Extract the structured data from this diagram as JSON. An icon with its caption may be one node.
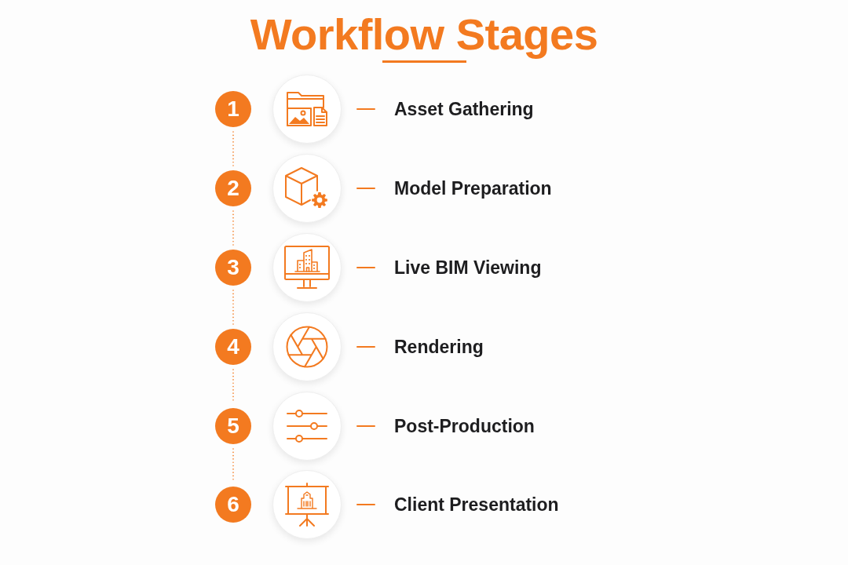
{
  "diagram": {
    "title": "Workflow Stages",
    "nodes": [
      {
        "text": [
          "1"
        ]
      },
      {
        "text": [],
        "shape": "circle"
      },
      {
        "text": [
          "Asset Gathering"
        ]
      },
      {
        "text": [
          "2"
        ]
      },
      {
        "text": [],
        "shape": "circle"
      },
      {
        "text": [
          "Model Preparation"
        ]
      },
      {
        "text": [
          "3"
        ]
      },
      {
        "text": [],
        "shape": "circle"
      },
      {
        "text": [
          "Live BIM Viewing"
        ]
      },
      {
        "text": [
          "4"
        ]
      },
      {
        "text": [],
        "shape": "circle"
      },
      {
        "text": [
          "Rendering"
        ]
      },
      {
        "text": [
          "5"
        ]
      },
      {
        "text": [],
        "shape": "circle"
      },
      {
        "text": [
          "Post-Production"
        ]
      },
      {
        "text": [
          "6"
        ]
      },
      {
        "text": [],
        "shape": "circle"
      },
      {
        "text": [
          "Client Presentation"
        ]
      }
    ],
    "edges": [
      {
        "from": 1,
        "to": 2,
        "arrow": "none"
      },
      {
        "from": 0,
        "to": 3,
        "arrow": "none",
        "style": "dashed"
      },
      {
        "from": 4,
        "to": 5,
        "arrow": "none"
      },
      {
        "from": 3,
        "to": 6,
        "arrow": "none",
        "style": "dashed"
      },
      {
        "from": 7,
        "to": 8,
        "arrow": "none"
      },
      {
        "from": 6,
        "to": 9,
        "arrow": "none",
        "style": "dashed"
      },
      {
        "from": 10,
        "to": 11,
        "arrow": "none"
      },
      {
        "from": 9,
        "to": 12,
        "arrow": "none",
        "style": "dashed"
      },
      {
        "from": 13,
        "to": 14,
        "arrow": "none"
      },
      {
        "from": 12,
        "to": 15,
        "arrow": "none",
        "style": "dashed"
      },
      {
        "from": 16,
        "to": 17,
        "arrow": "none"
      }
    ]
  }
}
